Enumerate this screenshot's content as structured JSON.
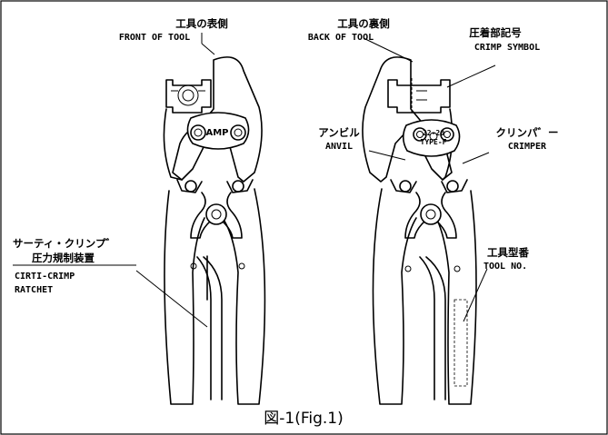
{
  "labels": {
    "front_jp": "工具の表側",
    "front_en": "FRONT OF TOOL",
    "back_jp": "工具の裏側",
    "back_en": "BACK OF TOOL",
    "crimp_symbol_jp": "圧着部記号",
    "crimp_symbol_en": "CRIMP SYMBOL",
    "anvil_jp": "アンビル",
    "anvil_en": "ANVIL",
    "crimper_jp": "クリンパ゛ー",
    "crimper_en": "CRIMPER",
    "ratchet_jp_1": "サーティ・クリンプ゛",
    "ratchet_jp_2": "圧力規制装置",
    "ratchet_en_1": "CIRTI-CRIMP",
    "ratchet_en_2": "RATCHET",
    "toolno_jp": "工具型番",
    "toolno_en": "TOOL NO."
  },
  "head_markings": {
    "front_logo": "AMP",
    "back_size": "22-20",
    "back_type": "TYPE-F"
  },
  "caption": "図-1(Fig.1)"
}
